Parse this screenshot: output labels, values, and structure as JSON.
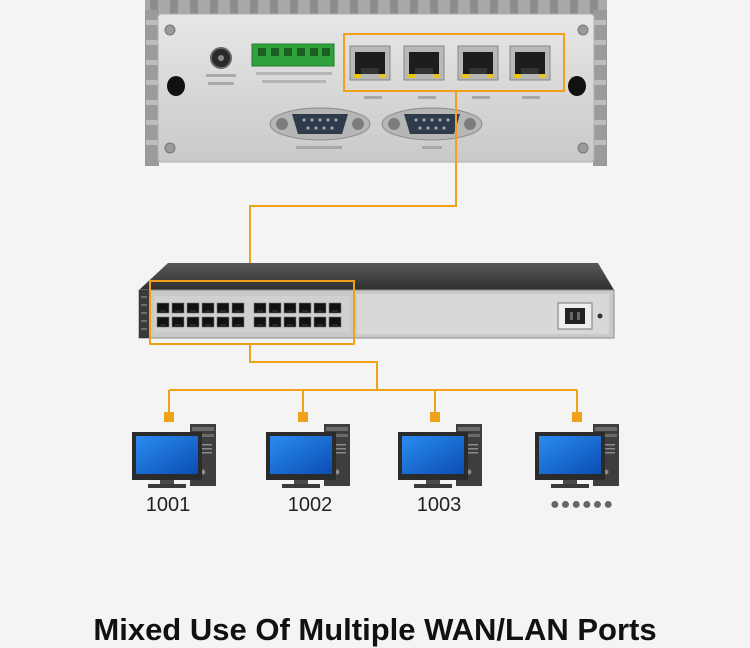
{
  "pc_labels": [
    "1001",
    "1002",
    "1003",
    "●●●●●●"
  ],
  "caption": "Mixed Use Of Multiple WAN/LAN Ports",
  "colors": {
    "link": "#f0a11a",
    "chassis": "#d6d6d6",
    "switch_body": "#4a4a4a",
    "monitor": "#1e6bd6"
  },
  "icons": [
    "mini-pc-chassis",
    "network-switch",
    "desktop-computer"
  ]
}
